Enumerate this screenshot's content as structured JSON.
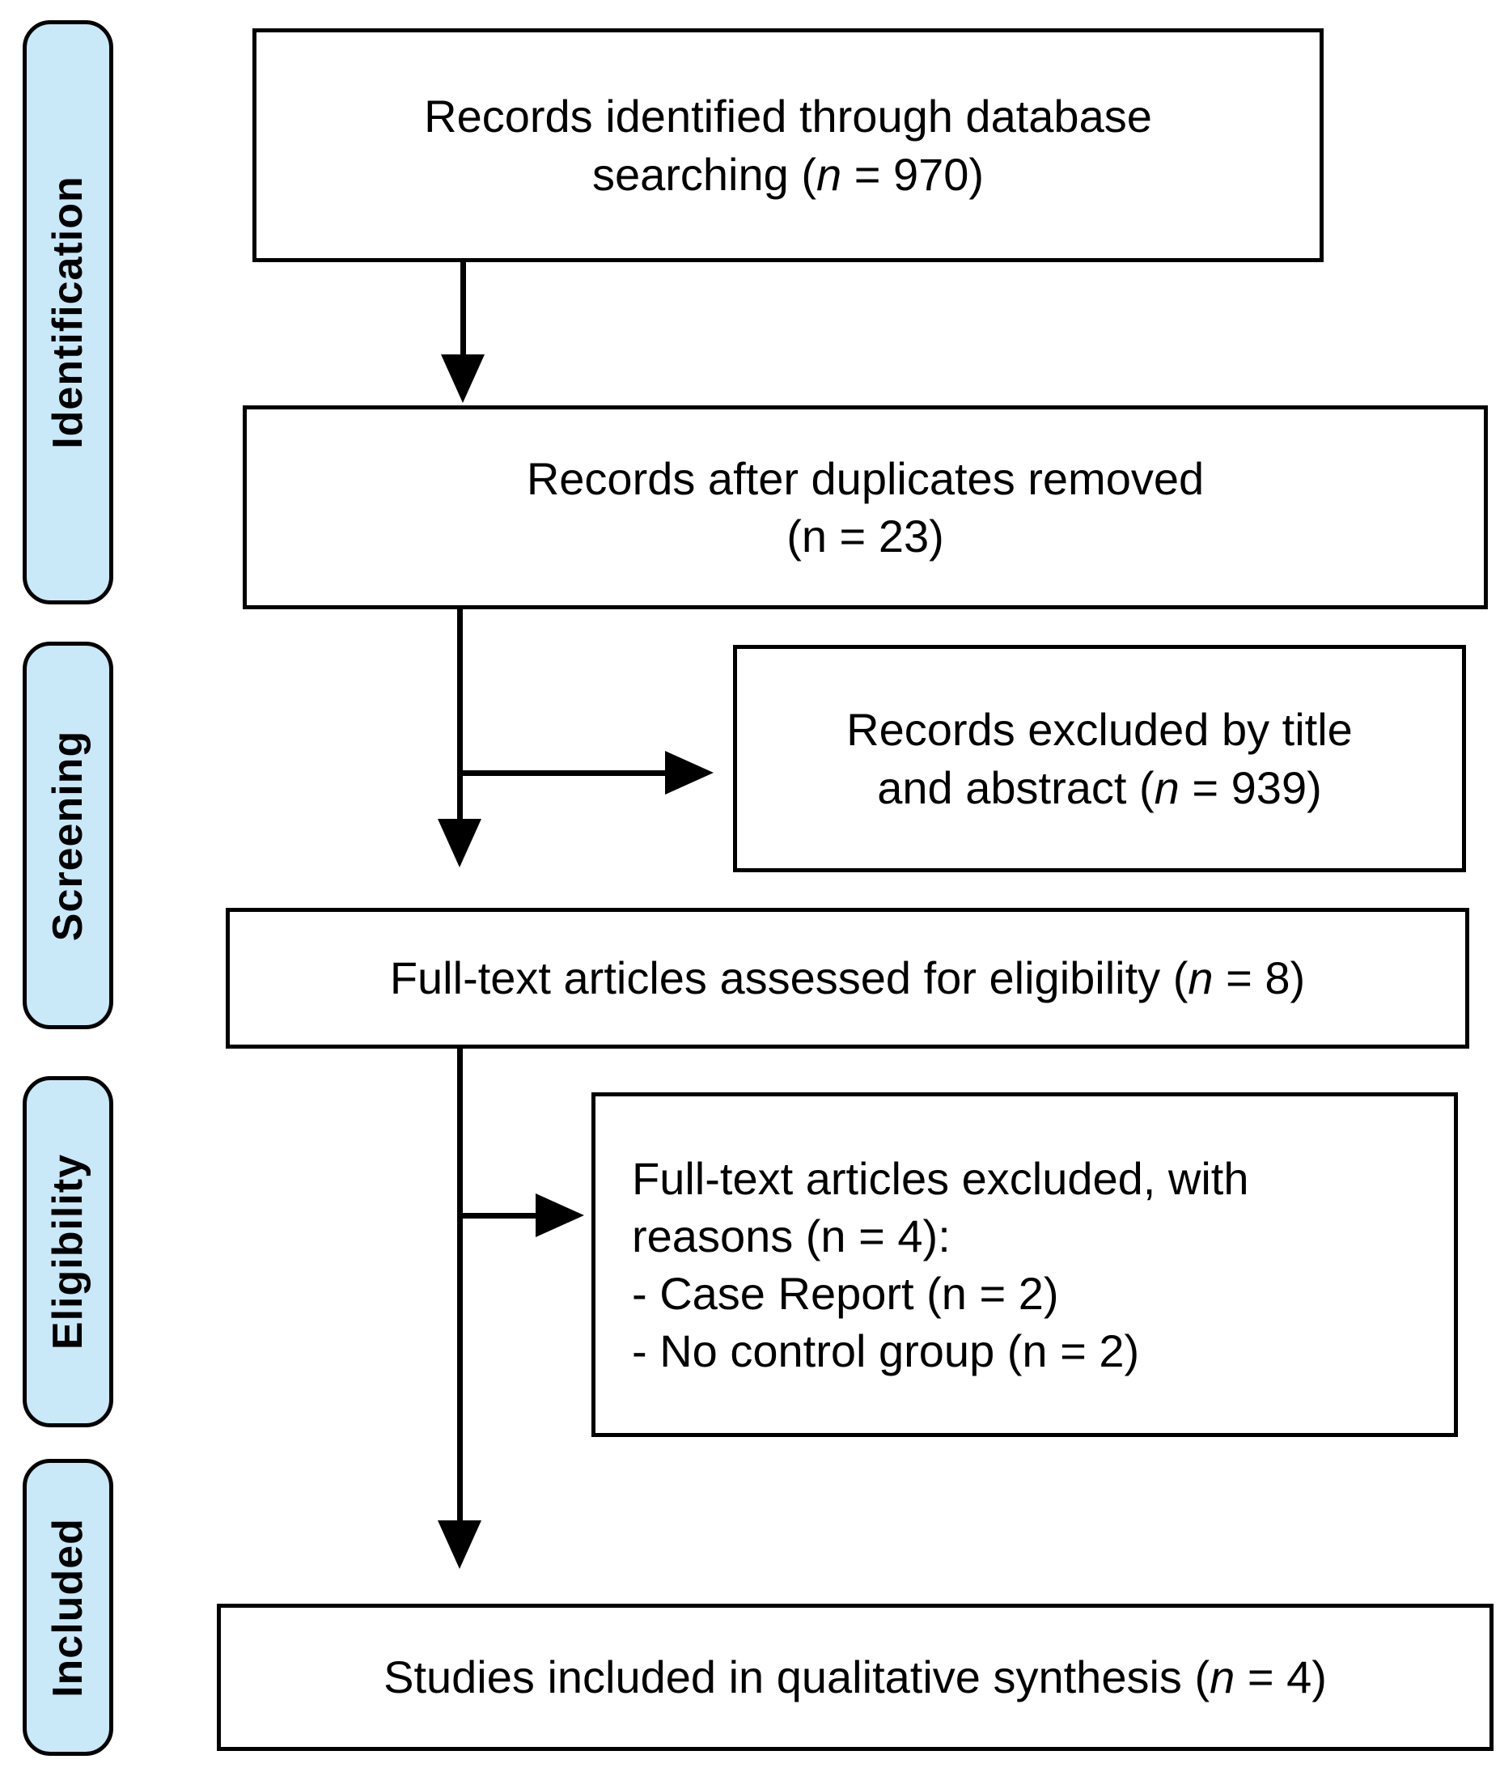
{
  "colors": {
    "stage_fill": "#c9e8f8",
    "line": "#000000",
    "box_fill": "#ffffff",
    "text": "#000000"
  },
  "stages": [
    {
      "label": "Identification"
    },
    {
      "label": "Screening"
    },
    {
      "label": "Eligibility"
    },
    {
      "label": "Included"
    }
  ],
  "boxes": {
    "identified": {
      "line1": "Records identified through database",
      "line2_pre": "searching (",
      "n": "n",
      "line2_post": " = 970)"
    },
    "deduplicated": {
      "line1": "Records after duplicates removed",
      "line2": "(n = 23)"
    },
    "excluded_title_abstract": {
      "line1": "Records excluded by title",
      "line2_pre": "and abstract (",
      "n": "n",
      "line2_post": " = 939)"
    },
    "fulltext_assessed": {
      "pre": "Full-text articles assessed for eligibility (",
      "n": "n",
      "post": " = 8)"
    },
    "fulltext_excluded": {
      "line1": "Full-text articles excluded, with",
      "line2": "reasons (n = 4):",
      "line3": "- Case Report (n = 2)",
      "line4": "- No control group (n = 2)"
    },
    "included_qualitative": {
      "pre": "Studies included in qualitative synthesis (",
      "n": "n",
      "post": " = 4)"
    }
  }
}
